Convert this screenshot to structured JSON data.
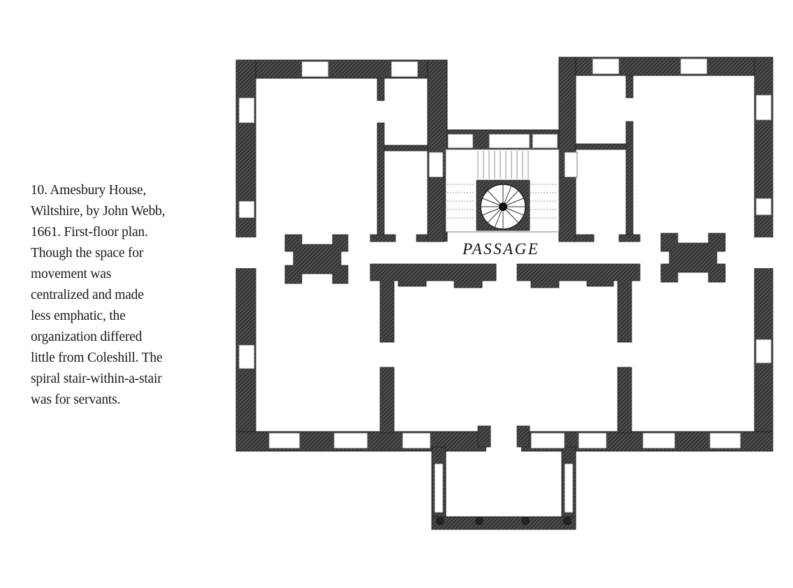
{
  "caption": {
    "lines": [
      "10. Amesbury House,",
      "Wiltshire, by John Webb,",
      "1661. First-floor plan.",
      "Though the space for",
      "movement was",
      "centralized and made",
      "less emphatic, the",
      "organization differed",
      "little from Coleshill. The",
      "spiral stair-within-a-stair",
      "was for servants."
    ]
  },
  "plan": {
    "room_label": "PASSAGE",
    "wall_color": "#3a3a3a",
    "paper_color": "#ffffff"
  }
}
